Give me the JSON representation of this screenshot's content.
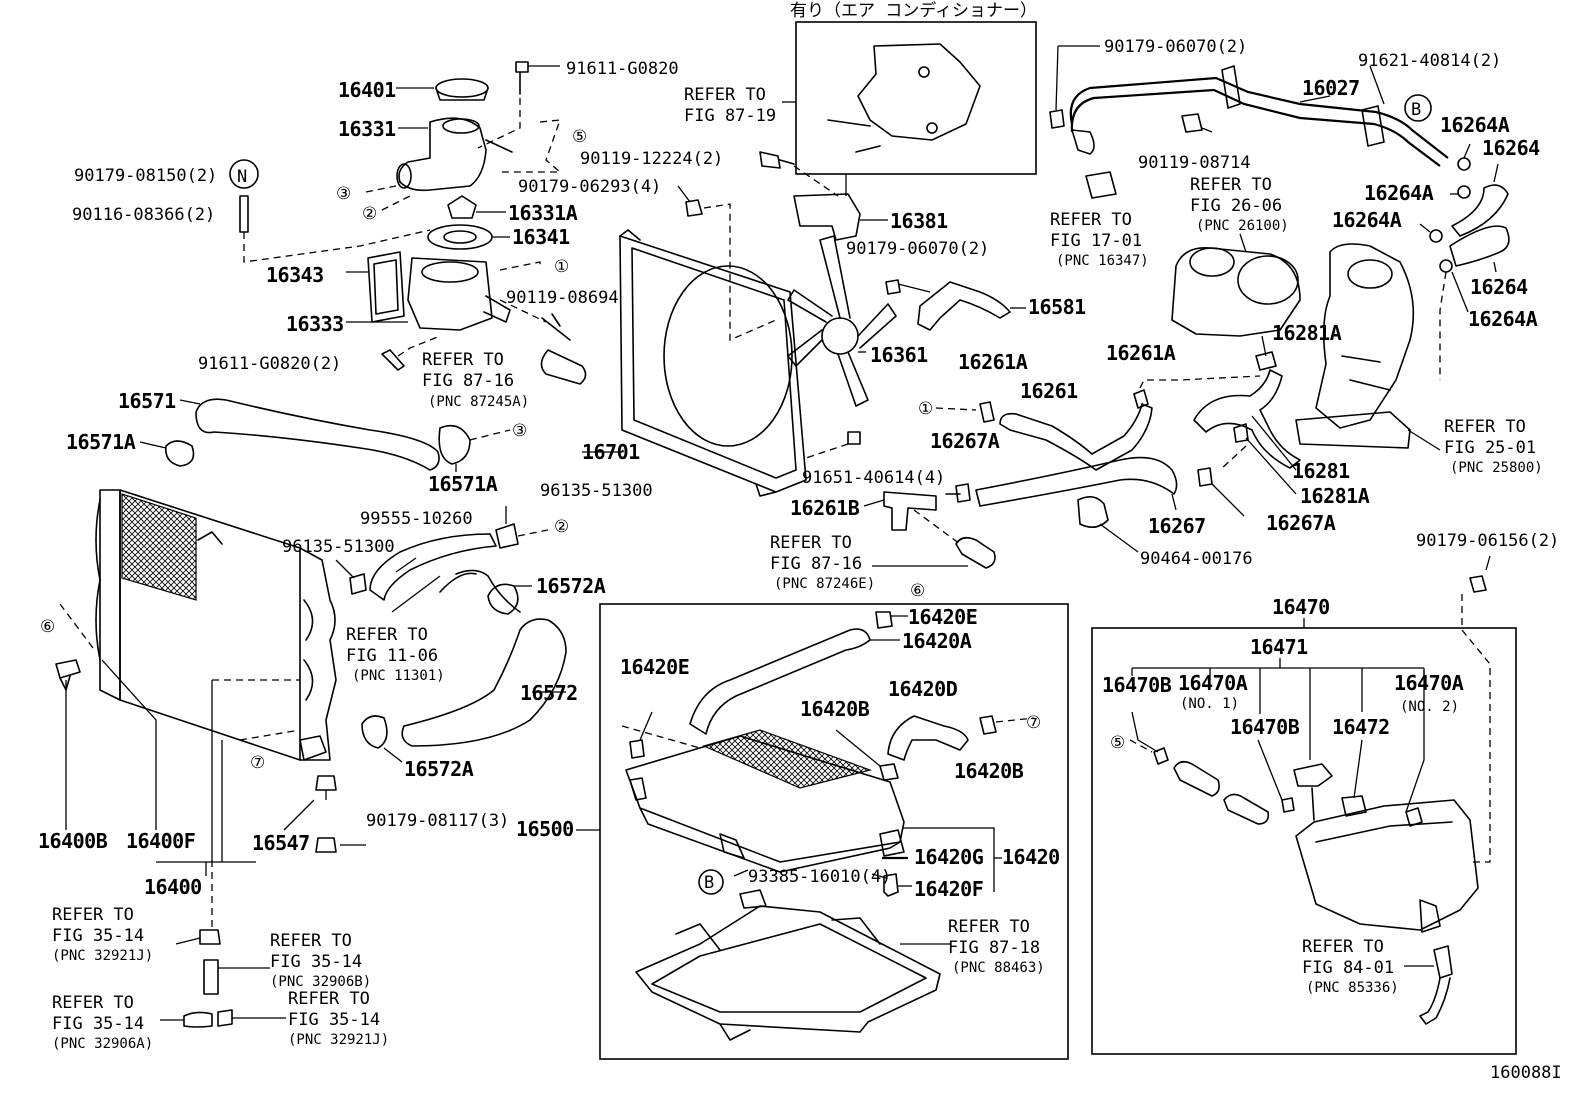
{
  "diagram_id": "160088I",
  "ac_note": "有り（エア コンディショナー）",
  "part_labels": {
    "p16401": "16401",
    "p16331": "16331",
    "p16331A": "16331A",
    "p16341": "16341",
    "p16343": "16343",
    "p16333": "16333",
    "p16571": "16571",
    "p16571A_left": "16571A",
    "p16571A_right": "16571A",
    "p16701": "16701",
    "p16361": "16361",
    "p16381": "16381",
    "p16581": "16581",
    "p16027": "16027",
    "p16264_top": "16264",
    "p16264_bottom": "16264",
    "p16264A_1": "16264A",
    "p16264A_2": "16264A",
    "p16264A_3": "16264A",
    "p16264A_4": "16264A",
    "p16261A_left": "16261A",
    "p16261A_right": "16261A",
    "p16261": "16261",
    "p16267A_left": "16267A",
    "p16267A_right": "16267A",
    "p16261B": "16261B",
    "p16267": "16267",
    "p16281A_top": "16281A",
    "p16281": "16281",
    "p16281A_bottom": "16281A",
    "p16572A_top": "16572A",
    "p16572": "16572",
    "p16572A_bottom": "16572A",
    "p16400B": "16400B",
    "p16400F": "16400F",
    "p16400": "16400",
    "p16547": "16547",
    "p16500": "16500",
    "p16420E_top": "16420E",
    "p16420A": "16420A",
    "p16420E_left": "16420E",
    "p16420D": "16420D",
    "p16420B_left": "16420B",
    "p16420B_right": "16420B",
    "p16420G": "16420G",
    "p16420": "16420",
    "p16420F": "16420F",
    "p16470": "16470",
    "p16471": "16471",
    "p16470B_left": "16470B",
    "p16470A_left": "16470A",
    "p16470A_right": "16470A",
    "p16470B_mid": "16470B",
    "p16472": "16472"
  },
  "fastener_labels": {
    "f91611_G0820": "91611-G0820",
    "f90179_08150": "90179-08150(2)",
    "f90116_08366": "90116-08366(2)",
    "f90119_08694": "90119-08694",
    "f91611_G0820_2": "91611-G0820(2)",
    "f90119_12224": "90119-12224(2)",
    "f90179_06293": "90179-06293(4)",
    "f90179_06070_mid": "90179-06070(2)",
    "f90179_06070_top": "90179-06070(2)",
    "f91621_40814": "91621-40814(2)",
    "f90119_08714": "90119-08714",
    "f91651_40614": "91651-40614(4)",
    "f90464_00176": "90464-00176",
    "f96135_51300_a": "96135-51300",
    "f96135_51300_b": "96135-51300",
    "f99555_10260": "99555-10260",
    "f90179_08117": "90179-08117(3)",
    "f93385_16010": "93385-16010(4)",
    "f90179_06156": "90179-06156(2)"
  },
  "no_labels": {
    "no_1": "(NO. 1)",
    "no_2": "(NO. 2)"
  },
  "callouts": {
    "c1": "①",
    "c2": "②",
    "c3": "③",
    "c5": "⑤",
    "c6": "⑥",
    "c7": "⑦",
    "N": "N",
    "B": "B"
  },
  "refs": {
    "r1_l1": "REFER TO",
    "r1_l2": "FIG 87-19",
    "r2_l1": "REFER TO",
    "r2_l2": "FIG 87-16",
    "r2_l3": "(PNC 87245A)",
    "r3_l1": "REFER TO",
    "r3_l2": "FIG 17-01",
    "r3_l3": "(PNC 16347)",
    "r4_l1": "REFER TO",
    "r4_l2": "FIG 26-06",
    "r4_l3": "(PNC 26100)",
    "r5_l1": "REFER TO",
    "r5_l2": "FIG 25-01",
    "r5_l3": "(PNC 25800)",
    "r6_l1": "REFER TO",
    "r6_l2": "FIG 87-16",
    "r6_l3": "(PNC 87246E)",
    "r7_l1": "REFER TO",
    "r7_l2": "FIG 11-06",
    "r7_l3": "(PNC 11301)",
    "r8_l1": "REFER TO",
    "r8_l2": "FIG 87-18",
    "r8_l3": "(PNC 88463)",
    "r9_l1": "REFER TO",
    "r9_l2": "FIG 84-01",
    "r9_l3": "(PNC 85336)",
    "r10_l1": "REFER TO",
    "r10_l2": "FIG 35-14",
    "r10_l3": "(PNC 32921J)",
    "r11_l1": "REFER TO",
    "r11_l2": "FIG 35-14",
    "r11_l3": "(PNC 32906B)",
    "r12_l1": "REFER TO",
    "r12_l2": "FIG 35-14",
    "r12_l3": "(PNC 32906A)",
    "r13_l1": "REFER TO",
    "r13_l2": "FIG 35-14",
    "r13_l3": "(PNC 32921J)"
  }
}
